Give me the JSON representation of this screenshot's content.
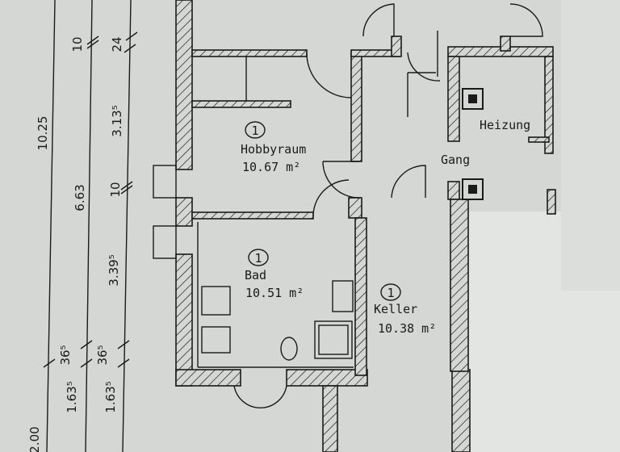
{
  "dimensions": {
    "total_length": "10.25",
    "section_a": "6.63",
    "wall_top_1": "10",
    "wall_top_2": "24",
    "segment_upper": "3.13⁵",
    "wall_mid": "10",
    "segment_lower": "3.39⁵",
    "wall_a": "36⁵",
    "wall_b": "36⁵",
    "bottom_a": "1.63⁵",
    "bottom_b": "1.63⁵",
    "bottom_total": "2.00"
  },
  "rooms": [
    {
      "name": "Hobbyraum",
      "area": "10.67 m²",
      "marker": "1"
    },
    {
      "name": "Bad",
      "area": "10.51 m²",
      "marker": "1"
    },
    {
      "name": "Keller",
      "area": "10.38 m²",
      "marker": "1"
    },
    {
      "name": "Heizung"
    },
    {
      "name": "Gang"
    }
  ],
  "colors": {
    "paper": "#d5d7d5",
    "ink": "#1a1a1a",
    "paper_light": "#e3e5e3"
  }
}
